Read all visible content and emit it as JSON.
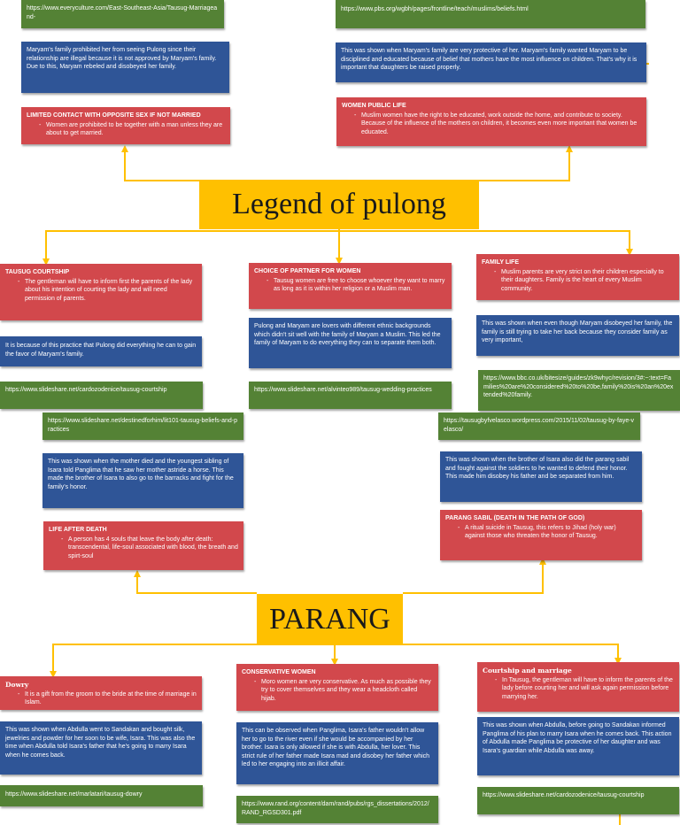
{
  "title_main": "Legend of pulong",
  "title_sub": "PARANG",
  "nodes": {
    "src_everyculture": "https://www.everyculture.com/East-Southeast-Asia/Tausug-Marriageand-",
    "src_pbs": "https://www.pbs.org/wgbh/pages/frontline/teach/muslims/beliefs.html",
    "maryam_family": "Maryam's family prohibited her from seeing Pulong since their relationship are illegal because it is not approved by Maryam's family. Due to this, Maryam rebeled and disobeyed her family.",
    "protective": "This was shown when Maryam's family are very protective of her. Maryam's family wanted Maryam to be disciplined and educated because of belief that mothers have the most influence on children. That's why it is important that daughters be raised properly.",
    "limited_title": "LIMITED CONTACT WITH OPPOSITE SEX IF NOT MARRIED",
    "limited_bullet": "Women are prohibited to be together with a man unless they are about to get married.",
    "women_title": "WOMEN PUBLIC LIFE",
    "women_bullet": "Muslim women have the right to be educated, work outside the home, and contribute to society. Because of the influence of the mothers on children, it becomes even more important that women be educated.",
    "courtship_title": "TAUSUG COURTSHIP",
    "courtship_bullet": "The gentleman will have to inform first the parents of the lady about his intention of courting the lady and will need permission of parents.",
    "courtship_text": "It is because of this practice that Pulong did everything he can to gain the favor of Maryam's family.",
    "src_courtship": "https://www.slideshare.net/cardozodenice/tausug-courtship",
    "choice_title": "CHOICE OF PARTNER FOR WOMEN",
    "choice_bullet": "Tausug women are free to choose whoever they want to marry as long as it is within her religion or a Muslim man.",
    "choice_text": "Pulong and Maryam are lovers with different ethnic backgrounds which didn't sit well with the family of Maryam a Muslim. This led the family of Maryam to do everything they can to separate them both.",
    "src_wedding": "https://www.slideshare.net/alvinteo989/tausug-wedding-practices",
    "family_title": "FAMILY LIFE",
    "family_bullet": "Muslim parents are very strict on their children especially to their daughters. Family is the heart of every Muslim community.",
    "family_text": "This was shown when even though Maryam disobeyed her family, the family is still trying to take her back because they consider family as very important,",
    "src_bbc": "https://www.bbc.co.uk/bitesize/guides/zk9whyc/revision/3#:~:text=Families%20are%20considered%20to%20be,family%20is%20an%20extended%20family.",
    "src_destined": "https://www.slideshare.net/destinedforhim/lit101-tausug-beliefs-and-practices",
    "mother_text": "This was shown when the mother died and the youngest sibling of Isara told Panglima that he saw her mother astride a horse. This made the brother of Isara to also go to the barracks and fight for the family's honor.",
    "afterlife_title": "LIFE AFTER DEATH",
    "afterlife_bullet": "A person has 4 souls that leave the body after death: transcendental, life-soul associated with blood, the breath and spirt-soul",
    "src_tausugbyf": "https://tausugbyfvelasco.wordpress.com/2015/11/02/tausug-by-faye-velasco/",
    "brother_text": "This was shown when the brother of Isara also did the parang sabil and fought against the soldiers to he wanted to defend their honor. This made him disobey his father and be separated from him.",
    "sabil_title": "PARANG SABIL (DEATH IN THE PATH OF GOD)",
    "sabil_bullet": "A ritual suicide in Tausug, this refers to Jihad (holy war) against those who threaten the honor of Tausug.",
    "dowry_title": "Dowry",
    "dowry_bullet": "It is a gift from the groom to the bride at the time of marriage in Islam.",
    "dowry_text": "This was shown when Abdulla went to Sandakan and bought silk, jewelries and powder for her soon to be wife, Isara. This was also the time when Abdulla told Isara's father that he's going to marry Isara when he comes back.",
    "src_dowry": "https://www.slideshare.net/marlatari/tausug-dowry",
    "conservative_title": "CONSERVATIVE WOMEN",
    "conservative_bullet": "Moro women are very conservative. As much as possible they try to cover themselves and they wear a headcloth called hijab.",
    "conservative_text": "This can be observed when Panglima, Isara's father wouldn't allow her to go to the river even if she would be accompanied by her brother. Isara is only allowed if she is with Abdulla, her lover. This strict rule of her father made Isara mad and disobey her father which led to her engaging into an illicit affair.",
    "src_rand": "https://www.rand.org/content/dam/rand/pubs/rgs_dissertations/2012/RAND_RGSD301.pdf",
    "marriage_title": "Courtship and marriage",
    "marriage_bullet": "In Tausug, the gentleman will have to inform the parents of the lady before courting her and will ask again permission before marrying her.",
    "marriage_text": "This was shown when Abdulla, before going to Sandakan informed Panglima of his plan to marry Isara when he comes back. This action of Abdulla made Panglima be protective of her daughter and was Isara's guardian while Abdulla was away.",
    "src_courtship2": "https://www.slideshare.net/cardozodenice/tausug-courtship"
  }
}
